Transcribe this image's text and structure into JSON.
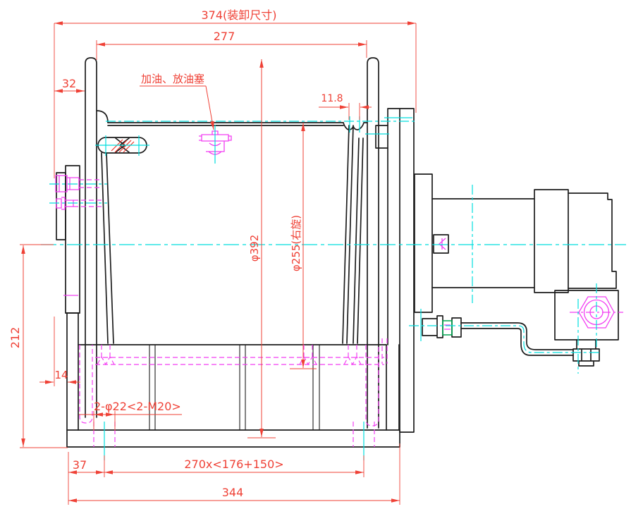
{
  "colors": {
    "outline": "#1d1d1d",
    "dimension": "#ef4136",
    "hidden": "#f23ff2",
    "centerline": "#00dede",
    "hatch": "#e8352b",
    "accent": "#00a651",
    "background": "#ffffff"
  },
  "labels": {
    "dim_overall": "374(装卸尺寸)",
    "dim_drum_length": "277",
    "dim_flange_offset": "32",
    "oil_plug": "加油、放油塞",
    "dim_rope_pitch": "11.8",
    "dim_flange_dia": "φ392",
    "dim_drum_dia": "φ255(右旋)",
    "dim_height": "212",
    "dim_base_offset": "14",
    "dim_anchor_holes": "2-φ22<2-M20>",
    "dim_hole_edge": "37",
    "dim_hole_span": "270x<176+150>",
    "dim_base_length": "344"
  }
}
